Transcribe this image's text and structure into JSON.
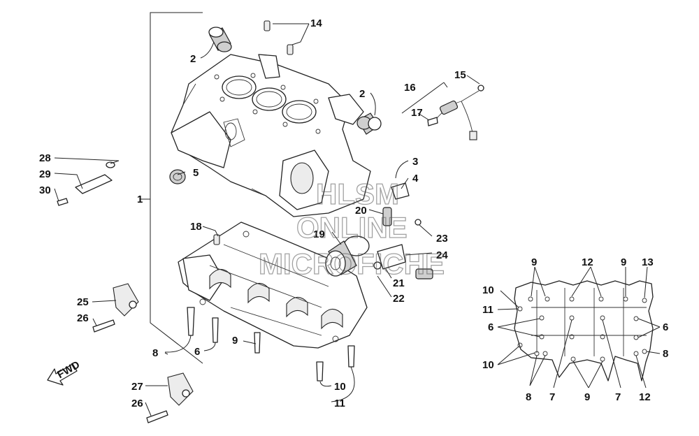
{
  "watermark": {
    "line1": "HLSM",
    "line2": "ONLINE",
    "line3": "MICROFICHE"
  },
  "fwd_arrow": {
    "label": "FWD"
  },
  "callouts": {
    "c1": "1",
    "c2a": "2",
    "c2b": "2",
    "c3": "3",
    "c4": "4",
    "c5": "5",
    "c6a": "6",
    "c8a": "8",
    "c9a": "9",
    "c10a": "10",
    "c11a": "11",
    "c14": "14",
    "c15": "15",
    "c16": "16",
    "c17": "17",
    "c18": "18",
    "c19": "19",
    "c20": "20",
    "c21": "21",
    "c22": "22",
    "c23": "23",
    "c24": "24",
    "c25": "25",
    "c26a": "26",
    "c26b": "26",
    "c27": "27",
    "c28": "28",
    "c29": "29",
    "c30": "30"
  },
  "inset_callouts": {
    "i9a": "9",
    "i12a": "12",
    "i9b": "9",
    "i13": "13",
    "i10a": "10",
    "i11": "11",
    "i6a": "6",
    "i6b": "6",
    "i10b": "10",
    "i8a": "8",
    "i8b": "8",
    "i7a": "7",
    "i9c": "9",
    "i7b": "7",
    "i12b": "12"
  }
}
